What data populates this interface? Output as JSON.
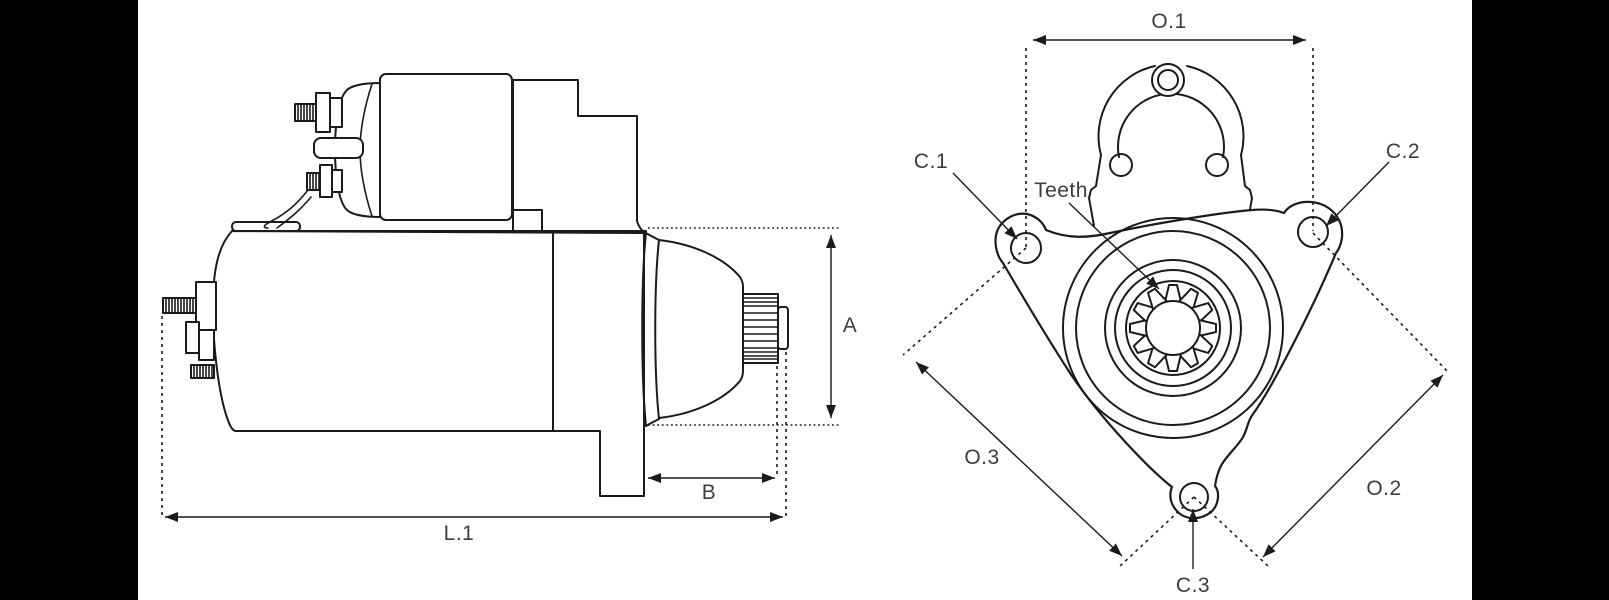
{
  "canvas": {
    "background": "#ffffff",
    "pillarbox": "#000000",
    "line_color": "#1b1b1b",
    "label_color": "#3d3d3d"
  },
  "side_view": {
    "dim_a": "A",
    "dim_b": "B",
    "dim_l1": "L.1"
  },
  "front_view": {
    "dim_o1": "O.1",
    "dim_o2": "O.2",
    "dim_o3": "O.3",
    "dim_c1": "C.1",
    "dim_c2": "C.2",
    "dim_c3": "C.3",
    "callout_teeth": "Teeth"
  }
}
